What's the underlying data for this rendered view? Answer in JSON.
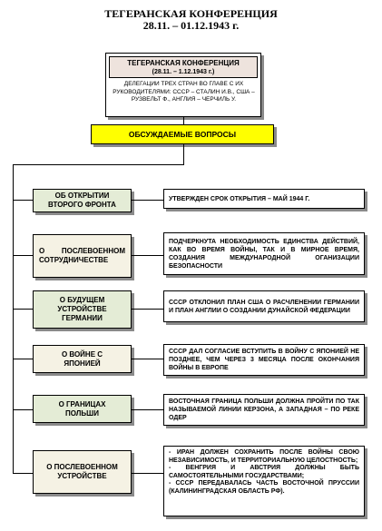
{
  "header": {
    "title": "ТЕГЕРАНСКАЯ КОНФЕРЕНЦИЯ",
    "dates": "28.11. – 01.12.1943 г."
  },
  "top_box": {
    "title": "ТЕГЕРАНСКАЯ КОНФЕРЕНЦИЯ",
    "dates": "(28.11. – 1.12.1943 г.)",
    "description": "ДЕЛЕГАЦИИ ТРЕХ СТРАН ВО ГЛАВЕ С ИХ РУКОВОДИТЕЛЯМИ: СССР – СТАЛИН И.В., США – РУЗВЕЛЬТ Ф., АНГЛИЯ – ЧЕРЧИЛЬ У."
  },
  "topics_header": "ОБСУЖДАЕМЫЕ ВОПРОСЫ",
  "topics": [
    {
      "label": "ОБ ОТКРЫТИИ ВТОРОГО ФРОНТА",
      "description": "УТВЕРЖДЕН СРОК ОТКРЫТИЯ – МАЙ 1944 г."
    },
    {
      "label": "О ПОСЛЕВОЕННОМ СОТРУДНИЧЕСТВЕ",
      "description": "ПОДЧЕРКНУТА НЕОБХОДИМОСТЬ ЕДИНСТВА ДЕЙСТВИЙ, КАК ВО ВРЕМЯ ВОЙНЫ, ТАК И В МИРНОЕ ВРЕМЯ, СОЗДАНИЯ МЕЖДУНАРОДНОЙ ОГАНИЗАЦИИ БЕЗОПАСНОСТИ"
    },
    {
      "label": "О БУДУЩЕМ УСТРОЙСТВЕ ГЕРМАНИИ",
      "description": "СССР ОТКЛОНИЛ ПЛАН США О РАСЧЛЕНЕНИИ ГЕРМАНИИ И ПЛАН АНГЛИИ О СОЗДАНИИ ДУНАЙСКОЙ ФЕДЕРАЦИИ"
    },
    {
      "label": "О ВОЙНЕ С ЯПОНИЕЙ",
      "description": "СССР ДАЛ СОГЛАСИЕ ВСТУПИТЬ В ВОЙНУ С ЯПОНИЕЙ НЕ ПОЗДНЕЕ, ЧЕМ ЧЕРЕЗ 3 МЕСЯЦА ПОСЛЕ ОКОНЧАНИЯ ВОЙНЫ В ЕВРОПЕ"
    },
    {
      "label": "О ГРАНИЦАХ ПОЛЬШИ",
      "description": "ВОСТОЧНАЯ ГРАНИЦА ПОЛЬШИ ДОЛЖНА ПРОЙТИ ПО ТАК НАЗЫВАЕМОЙ ЛИНИИ КЕРЗОНА, А ЗАПАДНАЯ – ПО РЕКЕ ОДЕР"
    },
    {
      "label": "О ПОСЛЕВОЕННОМ УСТРОЙСТВЕ",
      "description_lines": [
        "- ИРАН ДОЛЖЕН СОХРАНИТЬ ПОСЛЕ ВОЙНЫ СВОЮ НЕЗАВИСИМОСТЬ, И ТЕРРИТОРИАЛЬНУЮ ЦЕЛОСТНОСТЬ;",
        "- ВЕНГРИЯ И АВСТРИЯ ДОЛЖНЫ БЫТЬ САМОСТОЯТЕЛЬНЫМИ ГОСУДАРСТВАМИ;",
        "- СССР ПЕРЕДАВАЛАСЬ ЧАСТЬ ВОСТОЧНОЙ ПРУССИИ (КАЛИНИНГРАДСКАЯ ОБЛАСТЬ РФ)."
      ]
    }
  ],
  "colors": {
    "topic_fill_green": "#e4ecd6",
    "topic_fill_beige": "#f5f2e4",
    "header_fill": "#ffff00",
    "shadow": "#8a8a8a"
  }
}
